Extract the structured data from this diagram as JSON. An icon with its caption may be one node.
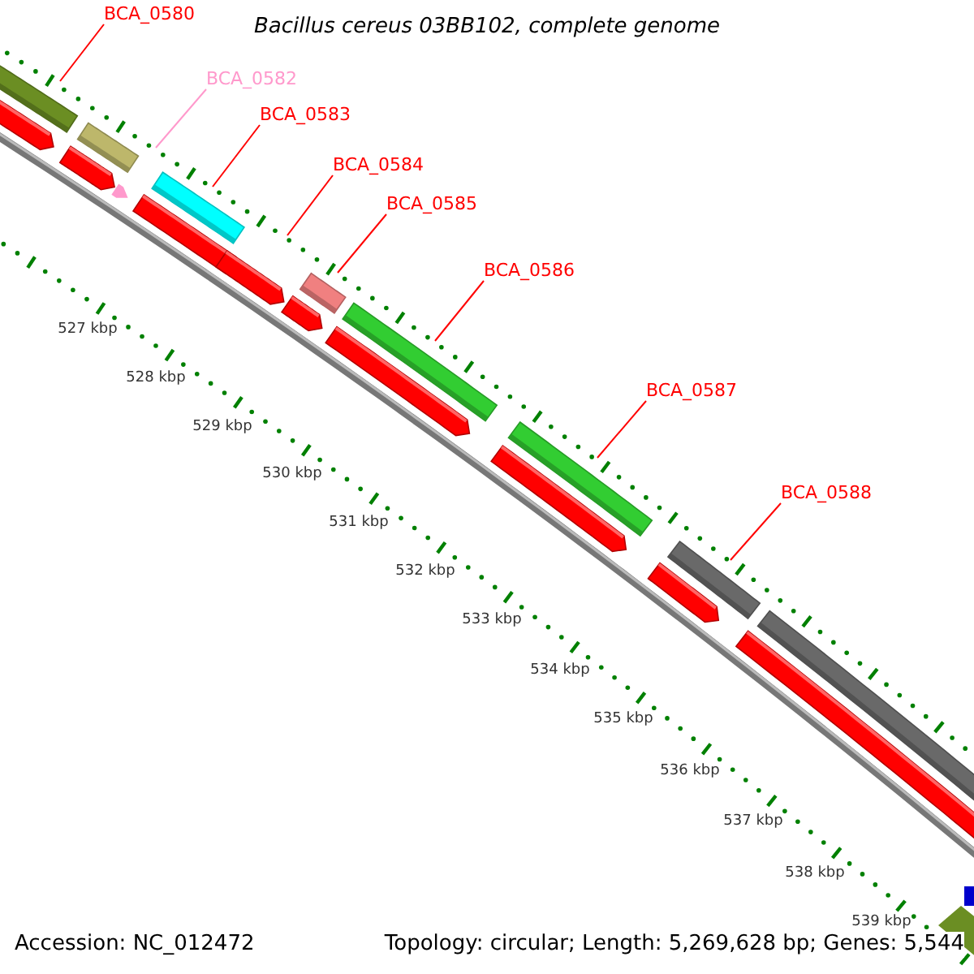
{
  "diagram": {
    "title": "Bacillus cereus 03BB102, complete genome",
    "nodes": [
      {
        "text": [
          "BCA_0580"
        ]
      },
      {
        "text": [
          "BCA_0582"
        ]
      },
      {
        "text": [
          "BCA_0583"
        ]
      },
      {
        "text": [
          "BCA_0584"
        ]
      },
      {
        "text": [
          "BCA_0585"
        ]
      },
      {
        "text": [
          "BCA_0586"
        ]
      },
      {
        "text": [
          "BCA_0587"
        ]
      },
      {
        "text": [
          "BCA_0588"
        ]
      }
    ],
    "edges": [
      {
        "from": 0,
        "to": null,
        "arrow": "none"
      },
      {
        "from": 1,
        "to": null,
        "arrow": "none",
        "color": "#ff99cc"
      },
      {
        "from": 2,
        "to": null,
        "arrow": "none"
      },
      {
        "from": 3,
        "to": null,
        "arrow": "none"
      },
      {
        "from": 4,
        "to": null,
        "arrow": "none"
      },
      {
        "from": 5,
        "to": null,
        "arrow": "none"
      },
      {
        "from": 6,
        "to": null,
        "arrow": "none"
      },
      {
        "from": 7,
        "to": null,
        "arrow": "none"
      }
    ],
    "labels": [
      "527 kbp",
      "528 kbp",
      "529 kbp",
      "530 kbp",
      "531 kbp",
      "532 kbp",
      "533 kbp",
      "534 kbp",
      "535 kbp",
      "536 kbp",
      "537 kbp",
      "538 kbp",
      "539 kbp",
      "Accession: NC_012472",
      "Topology: circular; Length: 5,269,628 bp; Genes: 5,544"
    ]
  }
}
